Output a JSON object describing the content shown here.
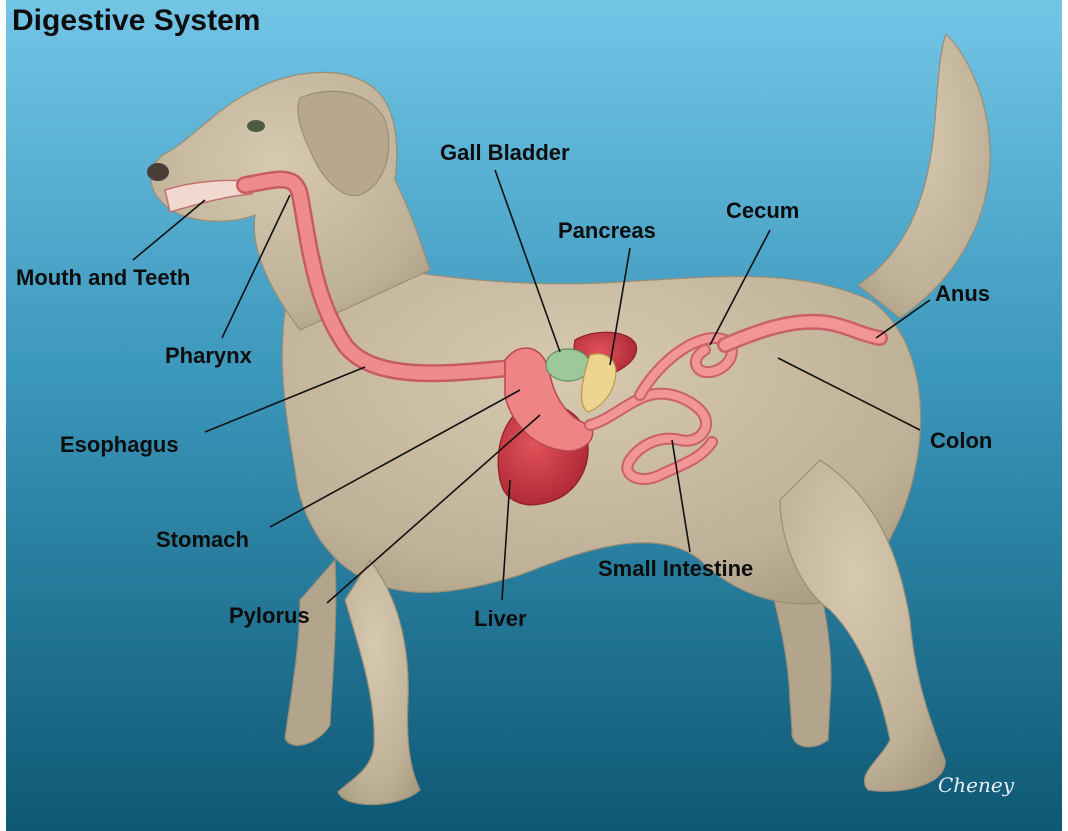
{
  "title": "Digestive System",
  "labels": {
    "mouth_teeth": "Mouth and Teeth",
    "pharynx": "Pharynx",
    "esophagus": "Esophagus",
    "stomach": "Stomach",
    "pylorus": "Pylorus",
    "liver": "Liver",
    "gall_bladder": "Gall Bladder",
    "pancreas": "Pancreas",
    "cecum": "Cecum",
    "anus": "Anus",
    "colon": "Colon",
    "small_intestine": "Small Intestine"
  },
  "signature": "Cheney",
  "colors": {
    "background_top": "#6fc3e3",
    "background_bottom": "#0f5e7a",
    "dog_coat": "#c7b9a0",
    "digestive_tract": "#ef8a88",
    "liver": "#cf3a44",
    "gall_bladder": "#9cc79a",
    "pancreas": "#ecd48e"
  }
}
